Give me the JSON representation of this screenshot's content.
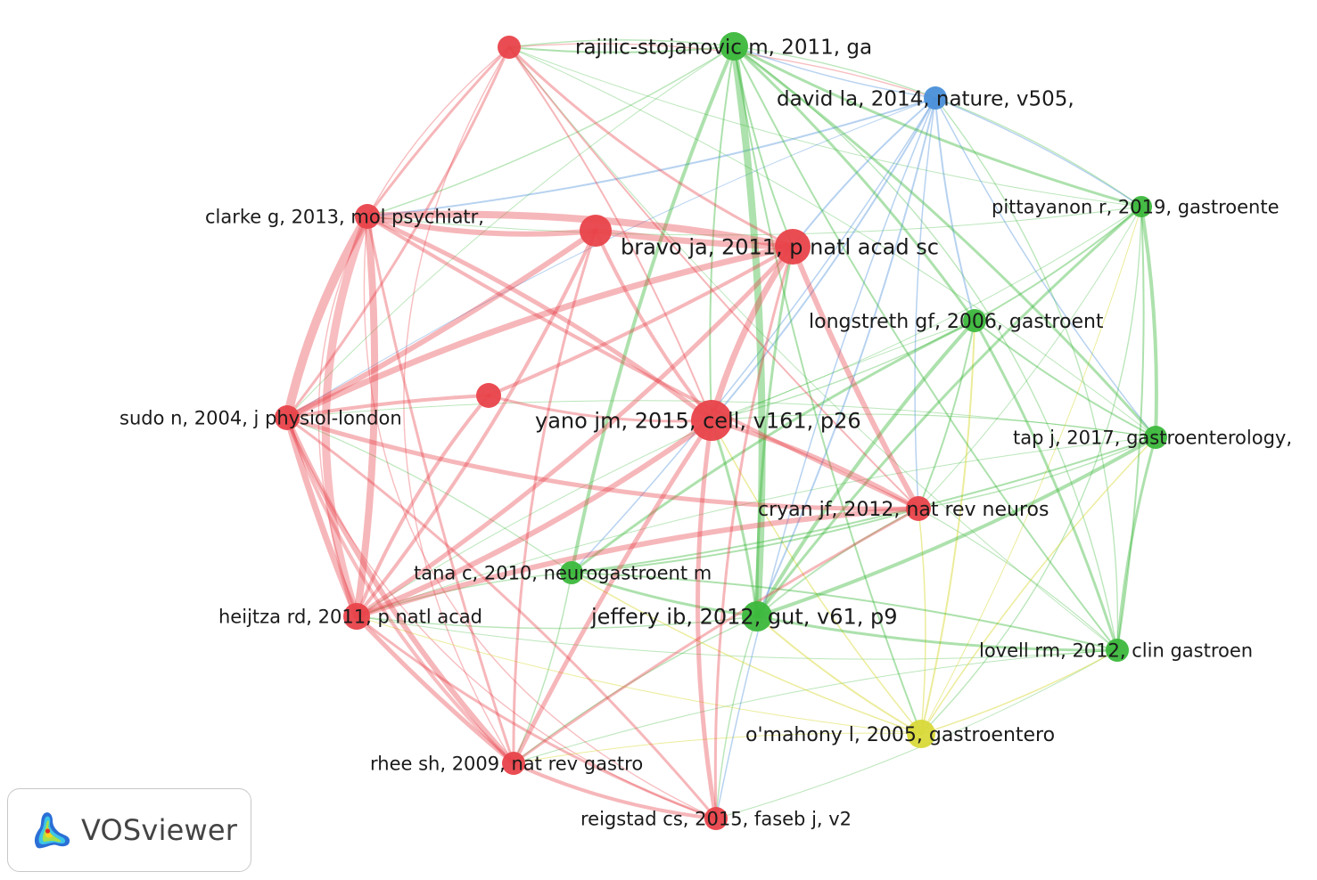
{
  "clusters": {
    "red": "#e8434a",
    "green": "#3cb83c",
    "blue": "#4a8fd9",
    "yellow": "#d9d93a"
  },
  "nodes": [
    {
      "id": "rajilic",
      "label": "rajilic-stojanovic m, 2011, ga",
      "cluster": "green"
    },
    {
      "id": "unlabeled_top",
      "label": "",
      "cluster": "red"
    },
    {
      "id": "david",
      "label": "david la, 2014, nature, v505,",
      "cluster": "blue"
    },
    {
      "id": "pittayanon",
      "label": "pittayanon r, 2019, gastroente",
      "cluster": "green"
    },
    {
      "id": "clarke",
      "label": "clarke g, 2013, mol psychiatr,",
      "cluster": "red"
    },
    {
      "id": "unlabeled_mid",
      "label": "",
      "cluster": "red"
    },
    {
      "id": "bravo",
      "label": "bravo ja, 2011, p natl acad sc",
      "cluster": "red"
    },
    {
      "id": "longstreth",
      "label": "longstreth gf, 2006, gastroent",
      "cluster": "green"
    },
    {
      "id": "unlabeled_center",
      "label": "",
      "cluster": "red"
    },
    {
      "id": "sudo",
      "label": "sudo n, 2004, j physiol-london",
      "cluster": "red"
    },
    {
      "id": "yano",
      "label": "yano jm, 2015, cell, v161, p26",
      "cluster": "red"
    },
    {
      "id": "tap",
      "label": "tap j, 2017, gastroenterology,",
      "cluster": "green"
    },
    {
      "id": "cryan",
      "label": "cryan jf, 2012, nat rev neuros",
      "cluster": "red"
    },
    {
      "id": "tana",
      "label": "tana c, 2010, neurogastroent m",
      "cluster": "green"
    },
    {
      "id": "heijtza",
      "label": "heijtza rd, 2011, p natl acad",
      "cluster": "red"
    },
    {
      "id": "jeffery",
      "label": "jeffery ib, 2012, gut, v61, p9",
      "cluster": "green"
    },
    {
      "id": "lovell",
      "label": "lovell rm, 2012, clin gastroen",
      "cluster": "green"
    },
    {
      "id": "omahony",
      "label": "o'mahony l, 2005, gastroentero",
      "cluster": "yellow"
    },
    {
      "id": "rhee",
      "label": "rhee sh, 2009, nat rev gastro",
      "cluster": "red"
    },
    {
      "id": "reigstad",
      "label": "reigstad cs, 2015, faseb j, v2",
      "cluster": "red"
    }
  ],
  "logo": {
    "text": "VOSviewer",
    "icon": "vosviewer-heatmap-icon"
  }
}
